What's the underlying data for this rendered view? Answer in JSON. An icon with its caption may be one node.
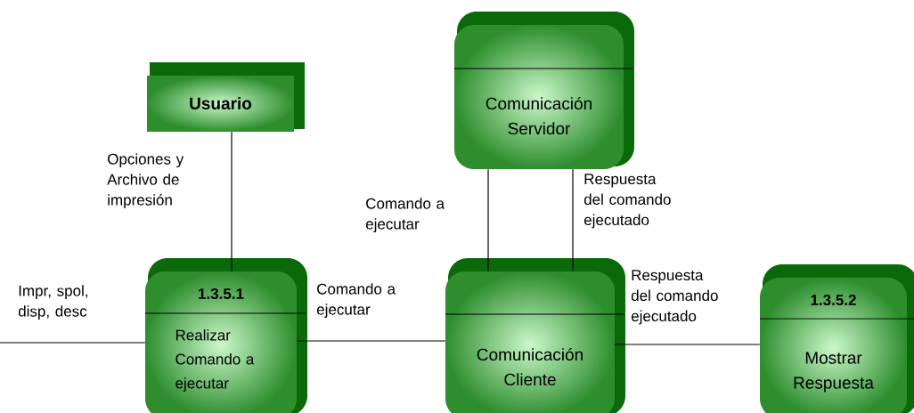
{
  "diagram": {
    "nodes": [
      {
        "text": [
          "Usuario"
        ]
      },
      {
        "text": [
          "Comunicación Servidor"
        ]
      },
      {
        "text": [
          "1.3.5.1",
          "Realizar Comando a ejecutar"
        ]
      },
      {
        "text": [
          "Comunicación Cliente"
        ]
      },
      {
        "text": [
          "1.3.5.2",
          "Mostrar Respuesta"
        ]
      }
    ],
    "edges": [
      {
        "from": 0,
        "to": 2,
        "arrow": "none",
        "label": "Opciones y Archivo de impresión"
      },
      {
        "from": null,
        "to": 2,
        "arrow": "none",
        "label": "Impr, spol, disp, desc"
      },
      {
        "from": 2,
        "to": 3,
        "arrow": "none",
        "label": "Comando a ejecutar"
      },
      {
        "from": 3,
        "to": 1,
        "arrow": "none",
        "label": "Comando a ejecutar"
      },
      {
        "from": 1,
        "to": 3,
        "arrow": "none",
        "label": "Respuesta del comando ejecutado"
      },
      {
        "from": 3,
        "to": 4,
        "arrow": "none",
        "label": "Respuesta del comando ejecutado"
      }
    ]
  }
}
